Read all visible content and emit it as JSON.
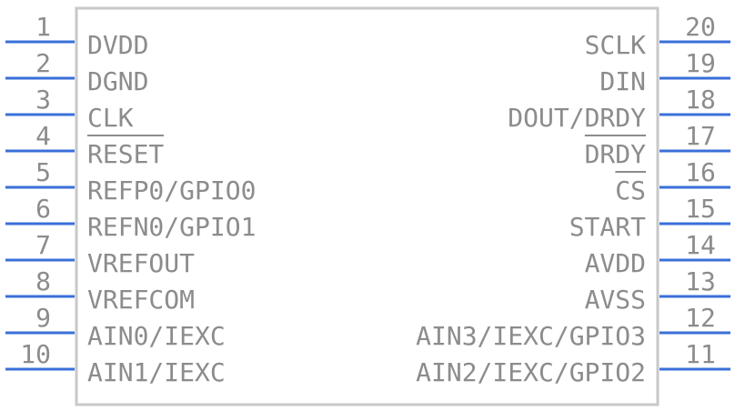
{
  "colors": {
    "body_stroke": "#c8c8c8",
    "pin_line": "#3a6fd8",
    "text": "#8c8c8c",
    "overline": "#8c8c8c"
  },
  "left_pins": [
    {
      "number": "1",
      "label": "DVDD",
      "overline": false
    },
    {
      "number": "2",
      "label": "DGND",
      "overline": false
    },
    {
      "number": "3",
      "label": "CLK",
      "overline": false
    },
    {
      "number": "4",
      "label": "RESET",
      "overline": true
    },
    {
      "number": "5",
      "label": "REFP0/GPIO0",
      "overline": false
    },
    {
      "number": "6",
      "label": "REFN0/GPIO1",
      "overline": false
    },
    {
      "number": "7",
      "label": "VREFOUT",
      "overline": false
    },
    {
      "number": "8",
      "label": "VREFCOM",
      "overline": false
    },
    {
      "number": "9",
      "label": "AIN0/IEXC",
      "overline": false
    },
    {
      "number": "10",
      "label": "AIN1/IEXC",
      "overline": false
    }
  ],
  "right_pins": [
    {
      "number": "20",
      "label": "SCLK",
      "overline": false
    },
    {
      "number": "19",
      "label": "DIN",
      "overline": false
    },
    {
      "number": "18",
      "label": "DOUT/DRDY",
      "overline": false
    },
    {
      "number": "17",
      "label": "DRDY",
      "overline": true
    },
    {
      "number": "16",
      "label": "CS",
      "overline": true
    },
    {
      "number": "15",
      "label": "START",
      "overline": false
    },
    {
      "number": "14",
      "label": "AVDD",
      "overline": false
    },
    {
      "number": "13",
      "label": "AVSS",
      "overline": false
    },
    {
      "number": "12",
      "label": "AIN3/IEXC/GPIO3",
      "overline": false
    },
    {
      "number": "11",
      "label": "AIN2/IEXC/GPIO2",
      "overline": false
    }
  ]
}
